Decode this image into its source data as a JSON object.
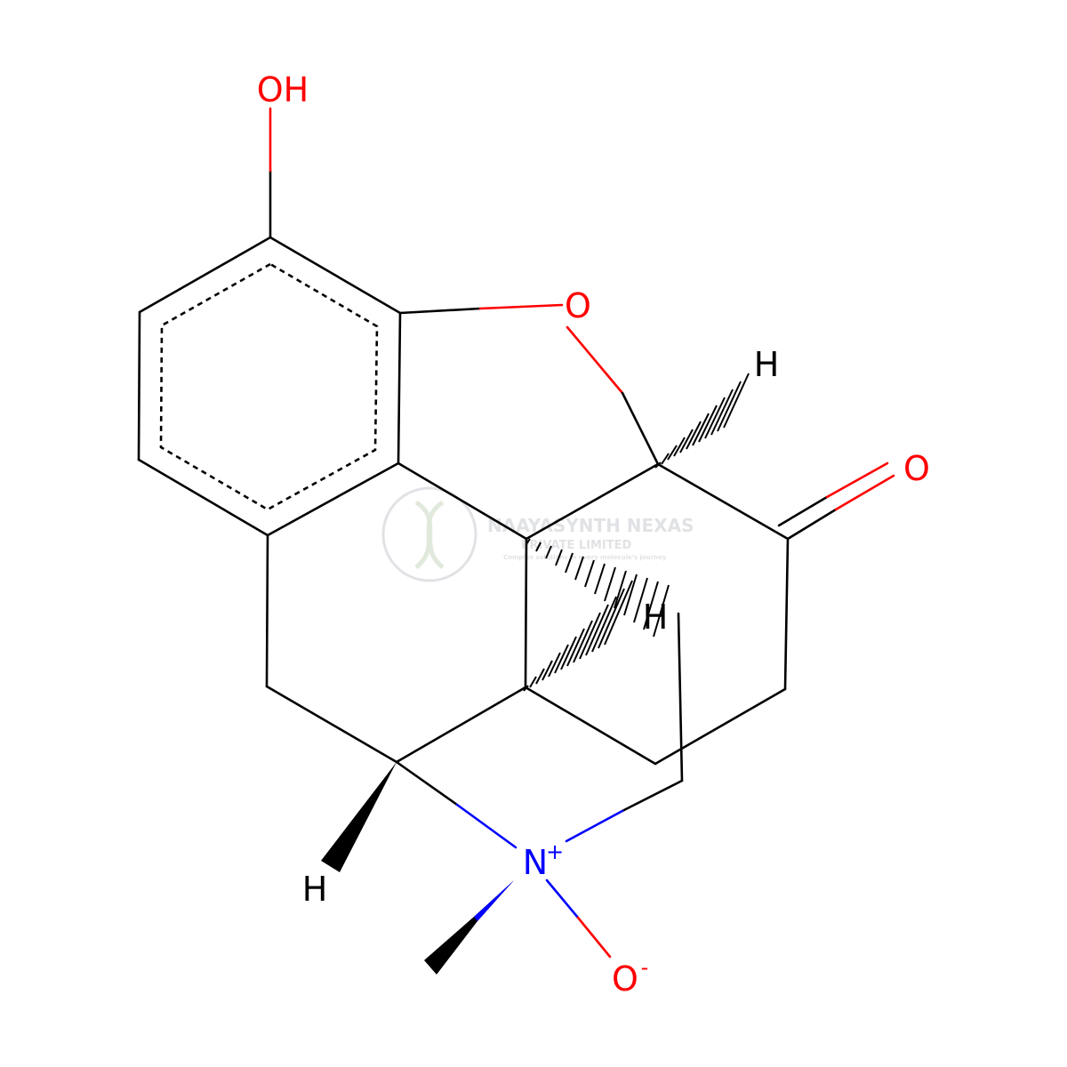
{
  "molecule": {
    "atoms": {
      "hydroxyl": "OH",
      "ring_oxygen": "O",
      "ketone_oxygen": "O",
      "nitrogen": "N",
      "nitrogen_charge": "+",
      "oxide_oxygen": "O",
      "oxide_charge": "-",
      "hydrogen_c5": "H",
      "hydrogen_c14": "H",
      "hydrogen_c9": "H"
    },
    "colors": {
      "carbon_bond": "#000000",
      "oxygen": "#ff0000",
      "nitrogen": "#0000ff"
    }
  },
  "watermark": {
    "company": "NAAYASYNTH NEXAS",
    "suffix": "PRIVATE LIMITED",
    "tagline": "Complex solutions in every molecule's journey",
    "color": "#c9ccd0"
  }
}
